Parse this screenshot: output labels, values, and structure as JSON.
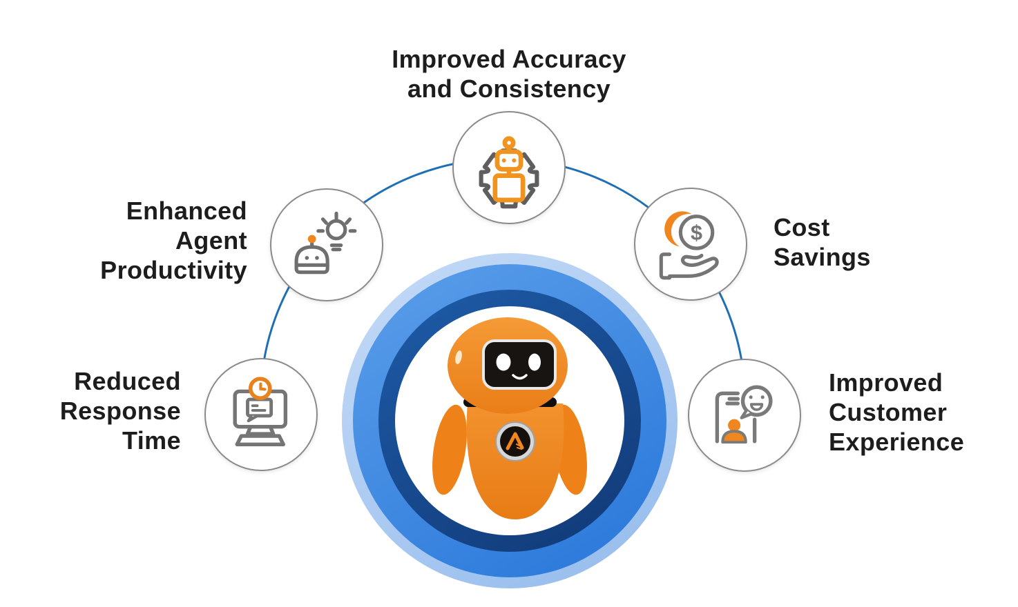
{
  "colors": {
    "accent_orange": "#F0861F",
    "icon_gray": "#757575",
    "text": "#1D1D1D",
    "arc_blue": "#1F6FB5",
    "ring_pale_blue": "#A9C9F0",
    "ring_bright_blue": "#3E8CE4",
    "ring_navy_blue": "#1A539E"
  },
  "center": {
    "mascot": "orange-chatbot-robot",
    "rings": "concentric-blue-circles"
  },
  "nodes": [
    {
      "id": "improved-accuracy",
      "icon": "robot-in-gear-icon",
      "label_lines": [
        "Improved Accuracy",
        "and Consistency"
      ]
    },
    {
      "id": "enhanced-agent-productivity",
      "icon": "robot-head-lightbulb-icon",
      "label_lines": [
        "Enhanced",
        "Agent",
        "Productivity"
      ]
    },
    {
      "id": "cost-savings",
      "icon": "hand-holding-dollar-coin-icon",
      "label_lines": [
        "Cost",
        "Savings"
      ]
    },
    {
      "id": "reduced-response-time",
      "icon": "monitor-chat-clock-icon",
      "label_lines": [
        "Reduced",
        "Response",
        "Time"
      ]
    },
    {
      "id": "improved-customer-experience",
      "icon": "phone-person-smiley-icon",
      "label_lines": [
        "Improved",
        "Customer",
        "Experience"
      ]
    }
  ]
}
